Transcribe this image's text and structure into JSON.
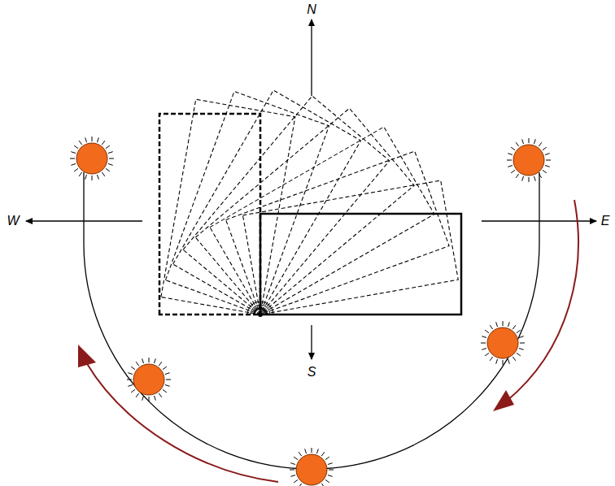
{
  "diagram": {
    "labels": [
      "N",
      "S",
      "W",
      "E"
    ]
  }
}
